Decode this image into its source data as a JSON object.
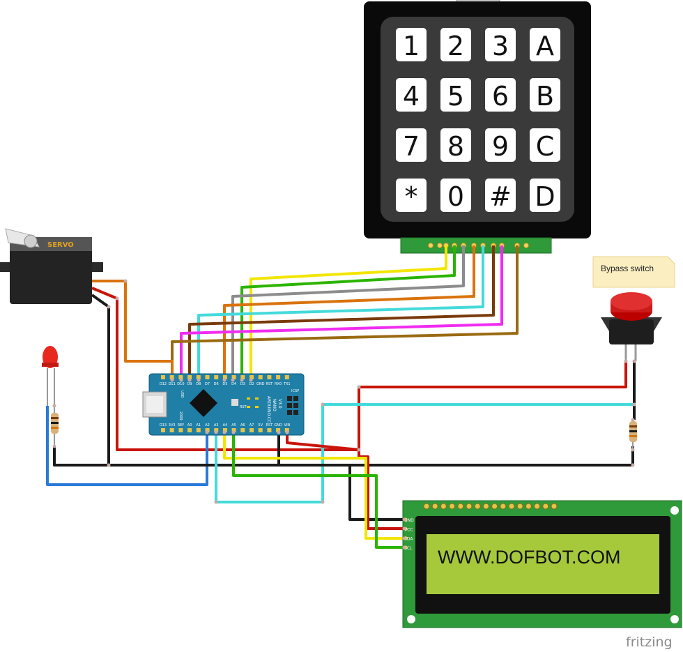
{
  "keypad": {
    "keys": [
      "1",
      "2",
      "3",
      "A",
      "4",
      "5",
      "6",
      "B",
      "7",
      "8",
      "9",
      "C",
      "*",
      "0",
      "#",
      "D"
    ]
  },
  "servo": {
    "label": "SERVO"
  },
  "note": {
    "text": "Bypass switch"
  },
  "lcd": {
    "text": "WWW.DOFBOT.COM",
    "pins": [
      "GND",
      "VCC",
      "SDA",
      "SCL"
    ]
  },
  "arduino": {
    "top_pins": [
      "D12",
      "D11",
      "D10",
      "D9",
      "D8",
      "D7",
      "D6",
      "D5",
      "D4",
      "D3",
      "D2",
      "GND",
      "RST",
      "RX0",
      "TX1"
    ],
    "bottom_pins": [
      "D13",
      "3V3",
      "REF",
      "A0",
      "A1",
      "A2",
      "A3",
      "A4",
      "A5",
      "A6",
      "A7",
      "5V",
      "RST",
      "GND",
      "VIN"
    ],
    "board_text": [
      "ARDUINO.CC",
      "NANO",
      "V3.0"
    ],
    "icsp": "ICSP",
    "usb": "USB",
    "rst": "RST",
    "leds": [
      "TX",
      "RX",
      "PWR",
      "L"
    ],
    "year": "2009"
  },
  "brand": {
    "text": "fritzing"
  },
  "colors": {
    "yellow": "#f2e600",
    "green": "#2bb400",
    "gray": "#8c8c8c",
    "orange": "#d9730d",
    "cyan": "#44dada",
    "brown": "#7a3a0c",
    "magenta": "#f02cf0",
    "olive": "#9a6a12",
    "red": "#c8140a",
    "black": "#1a1a1a",
    "blue": "#2a7ad8",
    "pcb_green": "#2f9a3a",
    "nano_blue": "#1f7fa6",
    "lcd_screen": "#a6c93c"
  }
}
